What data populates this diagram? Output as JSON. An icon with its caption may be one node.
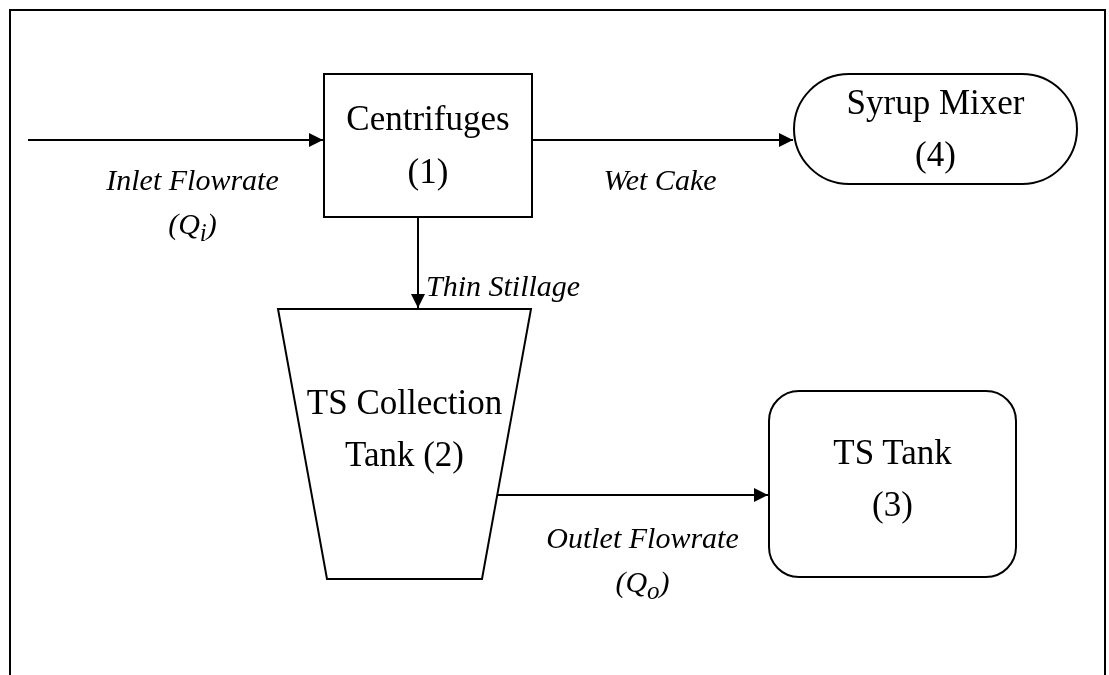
{
  "diagram": {
    "nodes": [
      {
        "text": [
          "Centrifuges (1)"
        ]
      },
      {
        "text": [
          "Syrup Mixer (4)"
        ]
      },
      {
        "text": [
          "TS Collection Tank (2)"
        ]
      },
      {
        "text": [
          "TS Tank (3)"
        ]
      }
    ],
    "edges": [
      {
        "from": null,
        "to": 0,
        "arrow": "to",
        "label": "Inlet Flowrate (Q$_{i}$)"
      },
      {
        "from": 0,
        "to": 1,
        "arrow": "to",
        "label": "Wet Cake"
      },
      {
        "from": 0,
        "to": 2,
        "arrow": "to",
        "label": "Thin Stillage"
      },
      {
        "from": 2,
        "to": 3,
        "arrow": "to",
        "label": "Outlet Flowrate (Q$_{o}$)"
      }
    ]
  }
}
